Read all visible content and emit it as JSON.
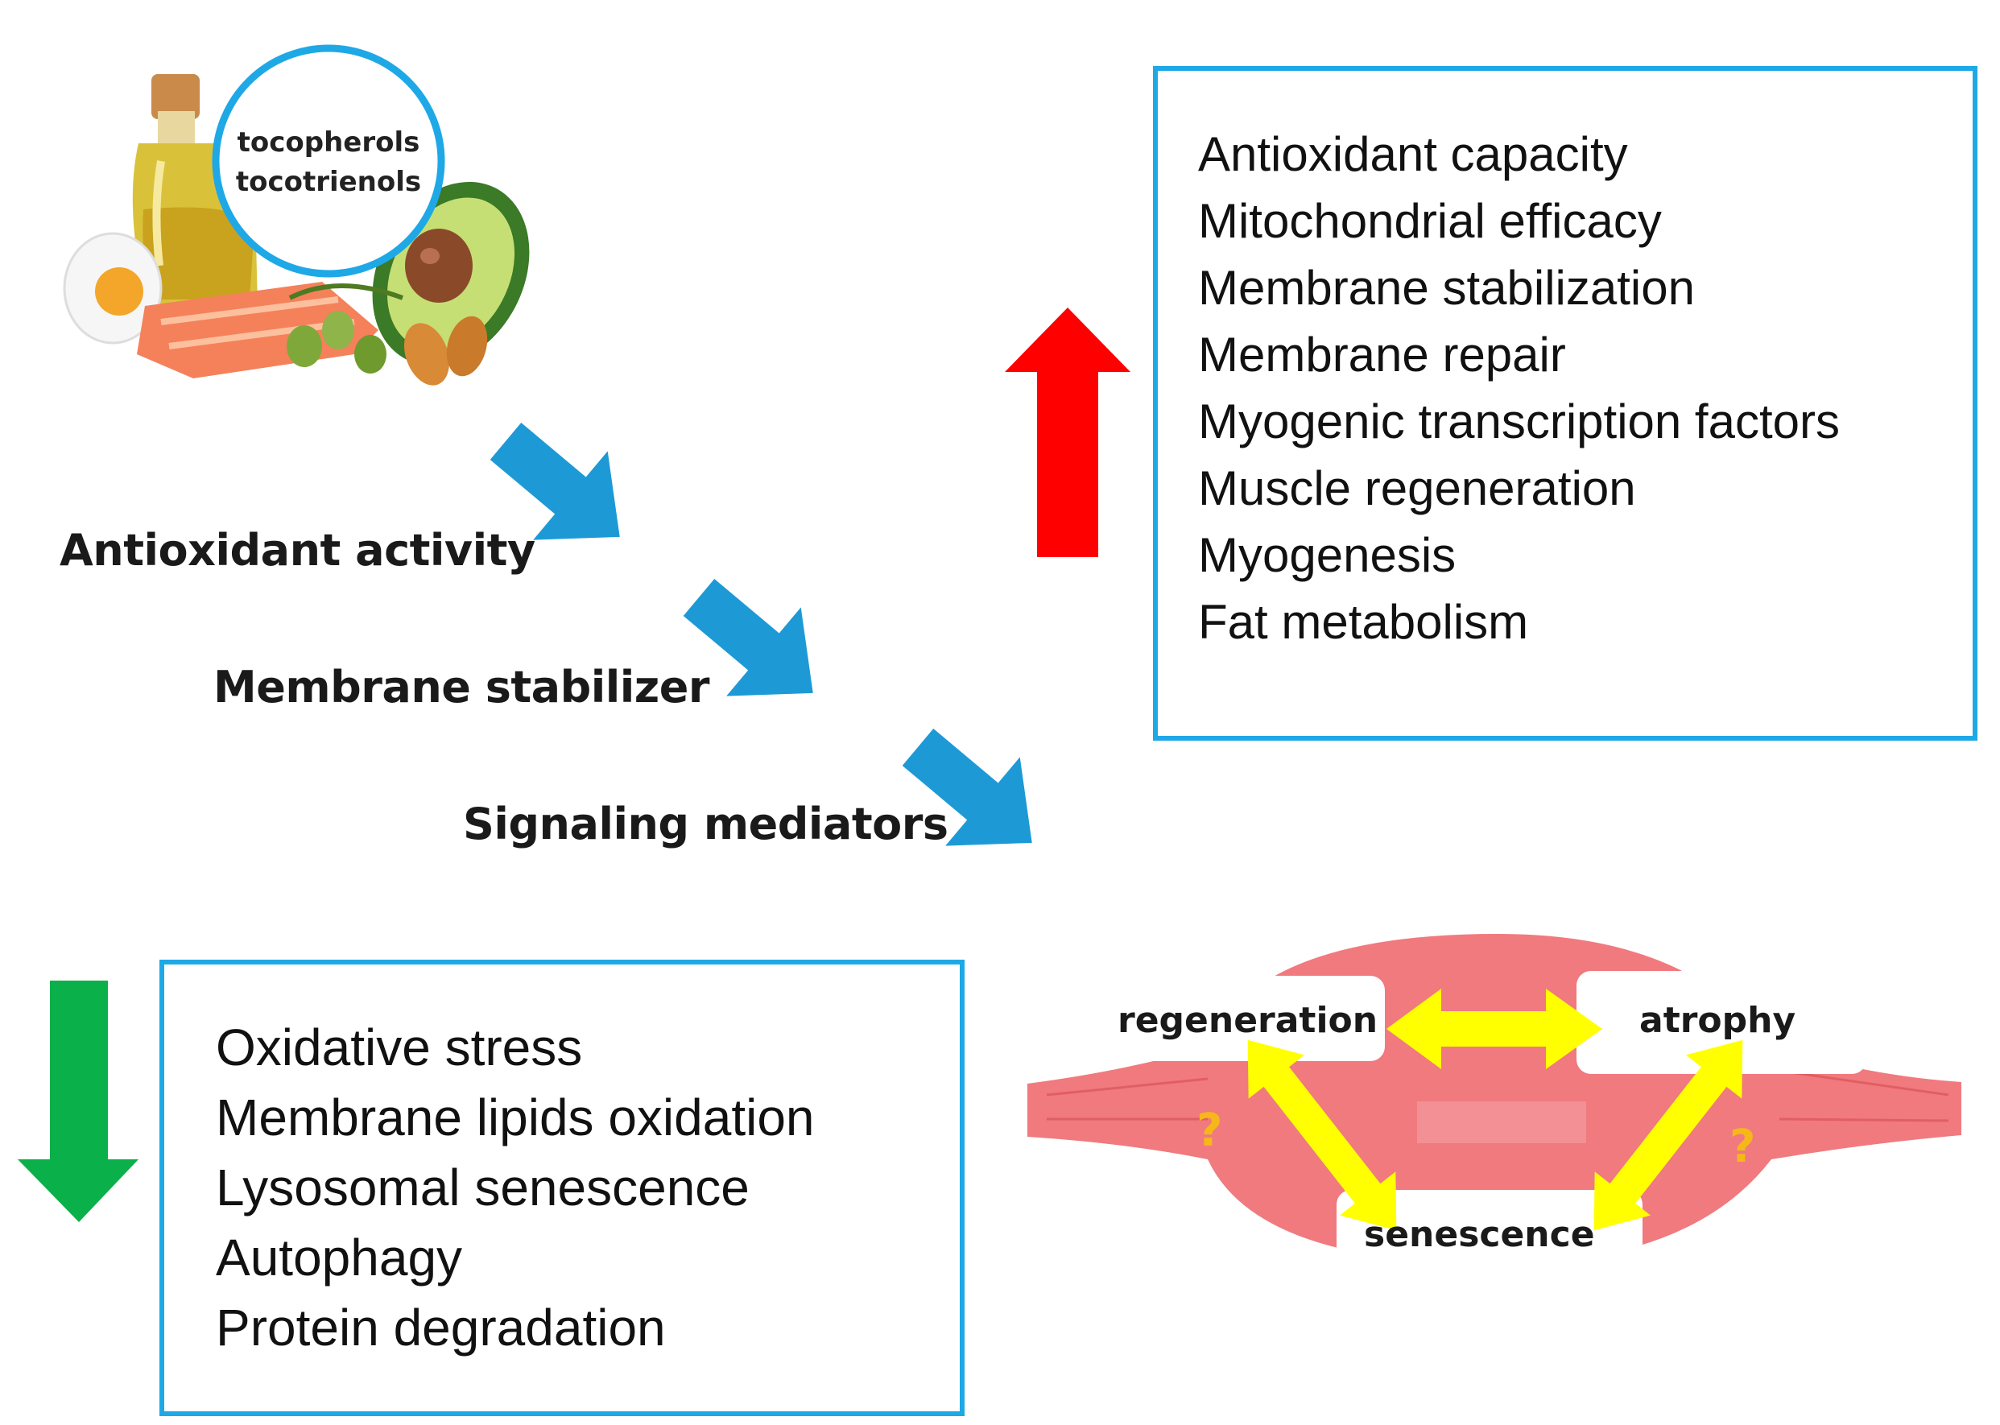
{
  "food": {
    "vitamers": [
      "tocopherols",
      "tocotrienols"
    ],
    "icon": "food-sources-icon"
  },
  "mechanisms": [
    "Antioxidant activity",
    "Membrane stabilizer",
    "Signaling mediators"
  ],
  "increased": {
    "direction": "up",
    "arrow_color": "#ff0000",
    "items": [
      "Antioxidant capacity",
      "Mitochondrial efficacy",
      "Membrane stabilization",
      "Membrane repair",
      "Myogenic transcription factors",
      "Muscle regeneration",
      "Myogenesis",
      "Fat metabolism"
    ]
  },
  "decreased": {
    "direction": "down",
    "arrow_color": "#0ab04a",
    "items": [
      "Oxidative stress",
      "Membrane lipids oxidation",
      "Lysosomal senescence",
      "Autophagy",
      "Protein degradation"
    ]
  },
  "muscle": {
    "labels": {
      "regeneration": "regeneration",
      "atrophy": "atrophy",
      "senescence": "senescence"
    },
    "unknown_marks": [
      "?",
      "?"
    ],
    "colors": {
      "muscle": "#f07a7e",
      "arrows": "#ffff00",
      "question": "#f5b818"
    }
  },
  "colors": {
    "box_border": "#1ea8e6",
    "flow_arrows": "#1d9ad6"
  }
}
